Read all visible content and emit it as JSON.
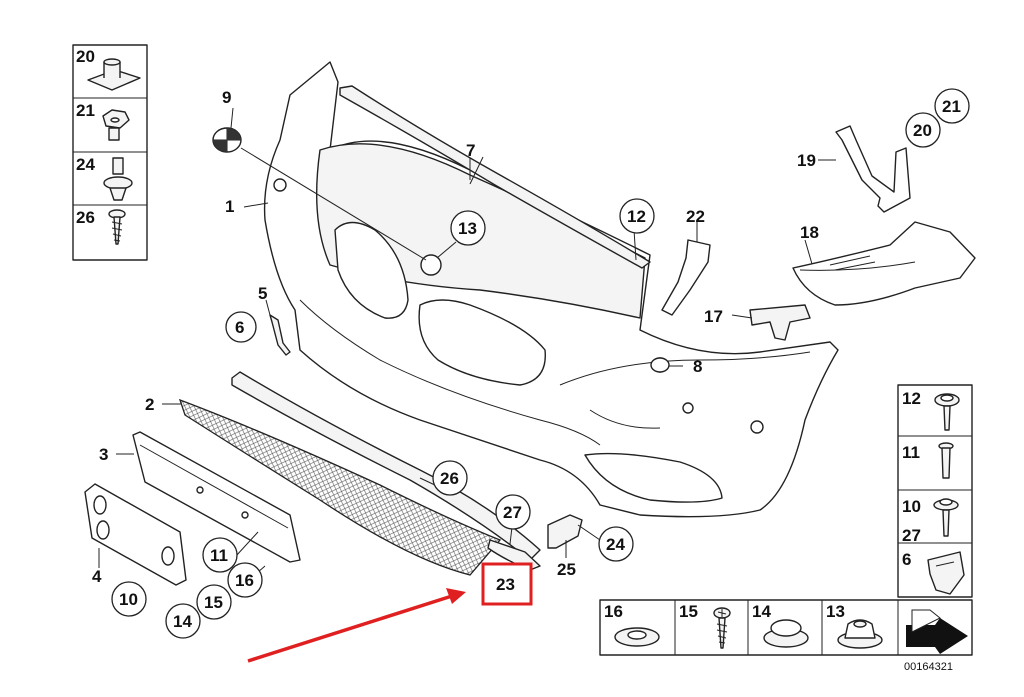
{
  "diagram_number": "00164321",
  "highlight_color": "#e02020",
  "callouts": [
    {
      "id": "c1",
      "text": "1"
    },
    {
      "id": "c2",
      "text": "2"
    },
    {
      "id": "c3",
      "text": "3"
    },
    {
      "id": "c4",
      "text": "4"
    },
    {
      "id": "c5",
      "text": "5"
    },
    {
      "id": "c6",
      "text": "6"
    },
    {
      "id": "c7",
      "text": "7"
    },
    {
      "id": "c8",
      "text": "8"
    },
    {
      "id": "c9",
      "text": "9"
    },
    {
      "id": "c10",
      "text": "10"
    },
    {
      "id": "c11",
      "text": "11"
    },
    {
      "id": "c12",
      "text": "12"
    },
    {
      "id": "c13",
      "text": "13"
    },
    {
      "id": "c14",
      "text": "14"
    },
    {
      "id": "c15",
      "text": "15"
    },
    {
      "id": "c16",
      "text": "16"
    },
    {
      "id": "c17",
      "text": "17"
    },
    {
      "id": "c18",
      "text": "18"
    },
    {
      "id": "c19",
      "text": "19"
    },
    {
      "id": "c20",
      "text": "20"
    },
    {
      "id": "c21",
      "text": "21"
    },
    {
      "id": "c22",
      "text": "22"
    },
    {
      "id": "c23",
      "text": "23"
    },
    {
      "id": "c24",
      "text": "24"
    },
    {
      "id": "c25",
      "text": "25"
    },
    {
      "id": "c26",
      "text": "26"
    },
    {
      "id": "c27",
      "text": "27"
    }
  ],
  "left_table": [
    "20",
    "21",
    "24",
    "26"
  ],
  "right_table": [
    "12",
    "11",
    "10",
    "27",
    "6"
  ],
  "bottom_table": [
    "16",
    "15",
    "14",
    "13"
  ]
}
